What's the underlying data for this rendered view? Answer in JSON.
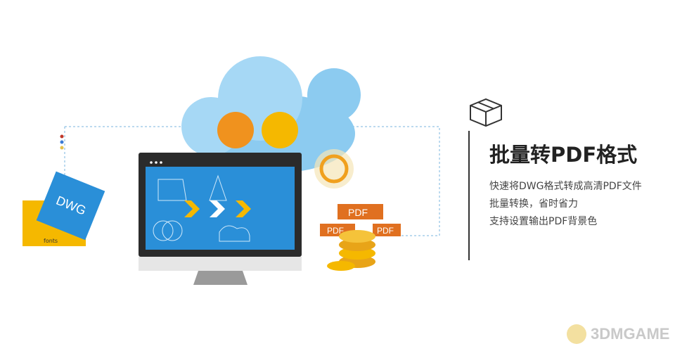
{
  "feature": {
    "icon": "box-icon",
    "title": "批量转PDF格式",
    "lines": [
      "快速将DWG格式转成高清PDF文件",
      "批量转换，省时省力",
      "支持设置输出PDF背景色"
    ]
  },
  "illustration": {
    "dwg_label": "DWG",
    "fonts_label": "fonts",
    "pdf_label": "PDF",
    "colors": {
      "blue": "#2a8fd8",
      "orange": "#f0921e",
      "yellow": "#f5b800",
      "cloud": "#8ccbf0"
    }
  },
  "watermark": "3DMGAME"
}
